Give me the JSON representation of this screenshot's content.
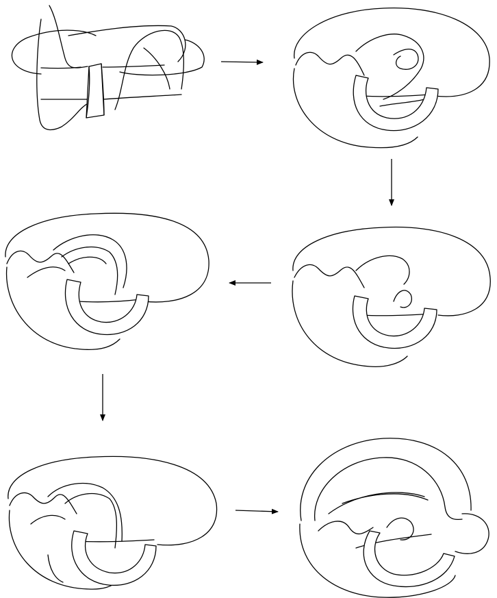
{
  "colors": {
    "background": "#ffffff",
    "stroke": "#000000",
    "band_fill": "#ffffff"
  },
  "diagram": {
    "panel_count": 6,
    "arrow_count": 5,
    "panels": [
      {
        "id": "step-1",
        "content": "knot-with-twisted-band"
      },
      {
        "id": "step-2",
        "content": "knot-with-curved-band"
      },
      {
        "id": "step-3",
        "content": "knot-with-curved-band"
      },
      {
        "id": "step-4",
        "content": "knot-with-curved-band"
      },
      {
        "id": "step-5",
        "content": "knot-with-curved-band"
      },
      {
        "id": "step-6",
        "content": "knot-with-curved-band"
      }
    ],
    "arrows": [
      {
        "id": "arrow-1-to-2",
        "direction": "right"
      },
      {
        "id": "arrow-2-to-3",
        "direction": "down"
      },
      {
        "id": "arrow-3-to-4",
        "direction": "left"
      },
      {
        "id": "arrow-4-to-5",
        "direction": "down"
      },
      {
        "id": "arrow-5-to-6",
        "direction": "right"
      }
    ]
  }
}
